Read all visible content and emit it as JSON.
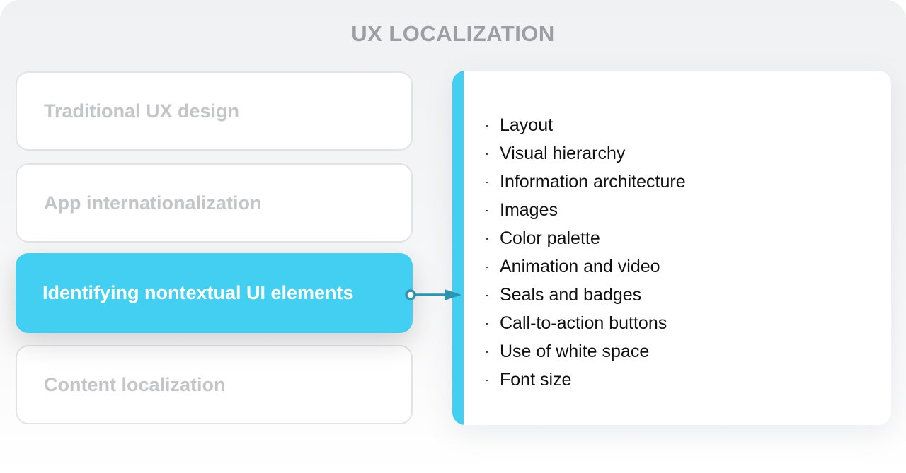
{
  "title": "UX LOCALIZATION",
  "steps": [
    {
      "label": "Traditional UX design",
      "active": false
    },
    {
      "label": "App internationalization",
      "active": false
    },
    {
      "label": "Identifying nontextual UI elements",
      "active": true
    },
    {
      "label": "Content localization",
      "active": false
    }
  ],
  "panel": {
    "bullet_glyph": "·",
    "items": [
      "Layout",
      "Visual hierarchy",
      "Information architecture",
      "Images",
      "Color palette",
      "Animation and video",
      "Seals and badges",
      "Call-to-action buttons",
      "Use of white space",
      "Font size"
    ]
  },
  "colors": {
    "accent": "#42cff2",
    "connector": "#2e93ad",
    "title": "#9b9ea4",
    "inactive_text": "#c4c5c8",
    "border": "#e2e3e6"
  }
}
